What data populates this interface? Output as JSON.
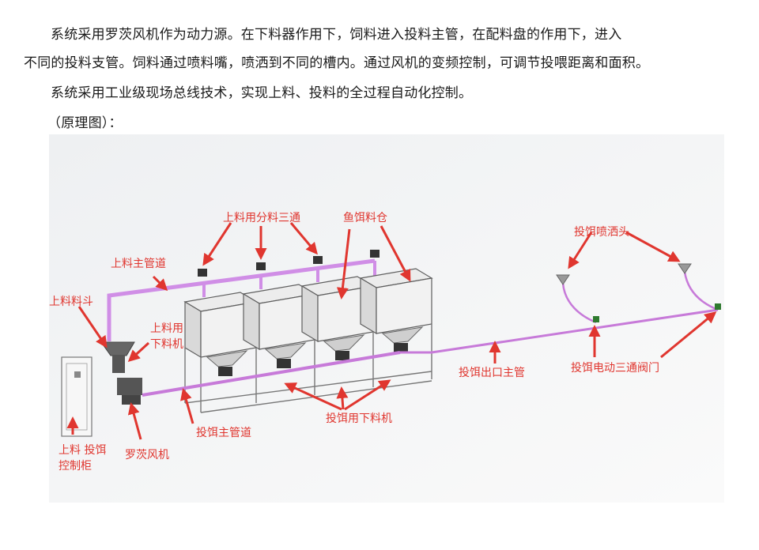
{
  "text": {
    "para1": "系统采用罗茨风机作为动力源。在下料器作用下，饲料进入投料主管，在配料盘的作用下，进入",
    "para2": "不同的投料支管。饲料通过喷料嘴，喷洒到不同的槽内。通过风机的变频控制，可调节投喂距离和面积。",
    "para3": "系统采用工业级现场总线技术，实现上料、投料的全过程自动化控制。",
    "para4": "（原理图）："
  },
  "diagram": {
    "labels": {
      "feed_3way": "上料用分料三通",
      "fish_silo": "鱼饵料仓",
      "feed_main_pipe": "上料主管道",
      "feed_hopper": "上料料斗",
      "feed_feeder_1": "上料用",
      "feed_feeder_2": "下料机",
      "cabinet_1": "上料  投饵",
      "cabinet_2": "控制柜",
      "roots_blower": "罗茨风机",
      "bait_main_pipe": "投饵主管道",
      "bait_feeder": "投饵用下料机",
      "bait_outlet_pipe": "投饵出口主管",
      "spray_head": "投饵喷洒头",
      "electric_3way": "投饵电动三通阀门"
    },
    "colors": {
      "label_red": "#e0362f",
      "pipe_purple": "#c77ad9",
      "frame_gray": "#6b6b6b",
      "background": "#f4f5f6"
    }
  }
}
